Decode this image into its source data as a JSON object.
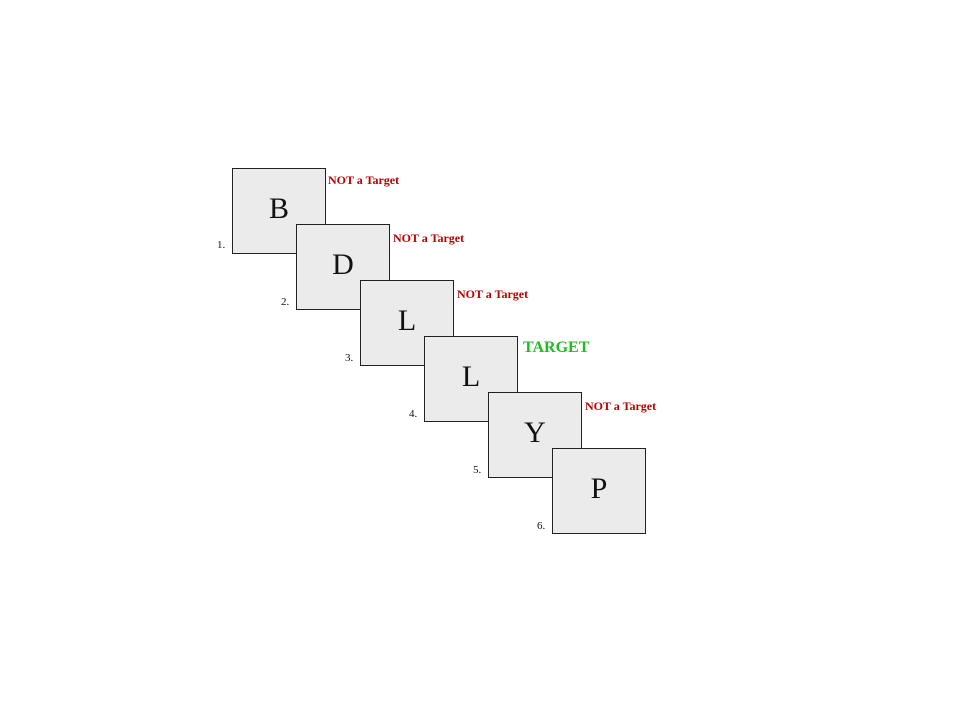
{
  "sequence": [
    {
      "number": "1.",
      "letter": "B",
      "label": "NOT a Target",
      "status": "not-target"
    },
    {
      "number": "2.",
      "letter": "D",
      "label": "NOT a Target",
      "status": "not-target"
    },
    {
      "number": "3.",
      "letter": "L",
      "label": "NOT a Target",
      "status": "not-target"
    },
    {
      "number": "4.",
      "letter": "L",
      "label": "TARGET",
      "status": "target"
    },
    {
      "number": "5.",
      "letter": "Y",
      "label": "NOT a Target",
      "status": "not-target"
    },
    {
      "number": "6.",
      "letter": "P",
      "label": "",
      "status": "none"
    }
  ],
  "colors": {
    "card_fill": "#ebebeb",
    "card_border": "#222222",
    "not_target_label": "#b80000",
    "target_label": "#22bb22"
  }
}
